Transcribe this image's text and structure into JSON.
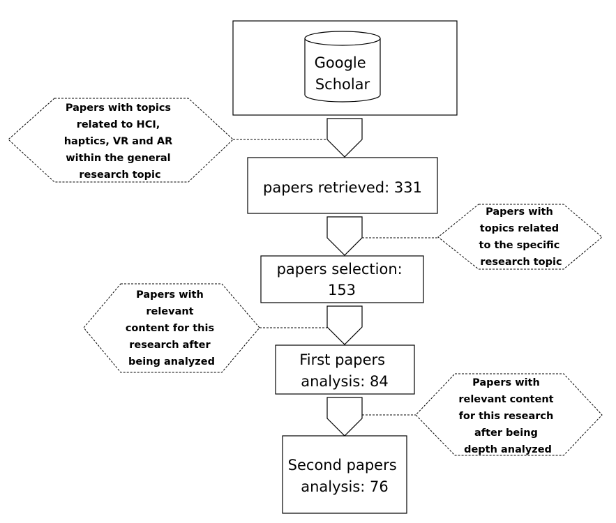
{
  "source": {
    "lines": [
      "Google",
      "Scholar"
    ]
  },
  "steps": [
    {
      "lines": [
        "papers retrieved: 331"
      ]
    },
    {
      "lines": [
        "papers selection:",
        "153"
      ]
    },
    {
      "lines": [
        "First papers",
        "analysis: 84"
      ]
    },
    {
      "lines": [
        "Second papers",
        "analysis: 76"
      ]
    }
  ],
  "criteria": [
    {
      "lines": [
        "Papers with topics",
        "related to HCI,",
        "haptics, VR and AR",
        "within the general",
        "research topic"
      ]
    },
    {
      "lines": [
        "Papers with",
        "topics related",
        "to the specific",
        "research topic"
      ]
    },
    {
      "lines": [
        "Papers with",
        "relevant",
        "content for this",
        "research after",
        "being analyzed"
      ]
    },
    {
      "lines": [
        "Papers with",
        "relevant content",
        "for this research",
        "after being",
        "depth analyzed"
      ]
    }
  ]
}
